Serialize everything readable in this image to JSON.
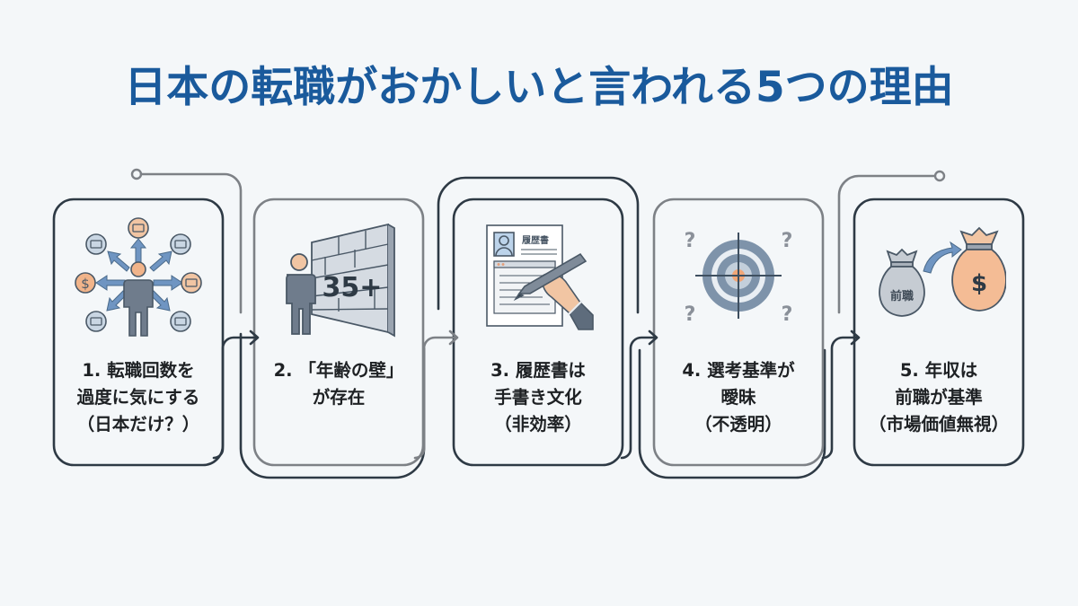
{
  "title": "日本の転職がおかしいと言われる5つの理由",
  "colors": {
    "title": "#1a5a9c",
    "dark_line": "#2e3a45",
    "gray_line": "#7d8186",
    "accent_orange": "#f1b48a",
    "accent_blue": "#6f95c2",
    "figure_gray": "#6f7c8c"
  },
  "steps": [
    {
      "number": "1",
      "lines": [
        "1. 転職回数を",
        "過度に気にする",
        "（日本だけ？）"
      ],
      "icon": "person-with-job-arrows-icon"
    },
    {
      "number": "2",
      "lines": [
        "2. 「年齢の壁」",
        "が存在"
      ],
      "icon": "person-facing-wall-icon",
      "icon_text": "35+"
    },
    {
      "number": "3",
      "lines": [
        "3. 履歴書は",
        "手書き文化",
        "（非効率）"
      ],
      "icon": "handwritten-resume-icon",
      "icon_text": "履歴書"
    },
    {
      "number": "4",
      "lines": [
        "4. 選考基準が",
        "曖昧",
        "（不透明）"
      ],
      "icon": "target-with-question-marks-icon",
      "icon_text": "?"
    },
    {
      "number": "5",
      "lines": [
        "5. 年収は",
        "前職が基準",
        "（市場価値無視）"
      ],
      "icon": "money-bags-icon",
      "icon_text": "前職",
      "icon_symbol": "$"
    }
  ]
}
